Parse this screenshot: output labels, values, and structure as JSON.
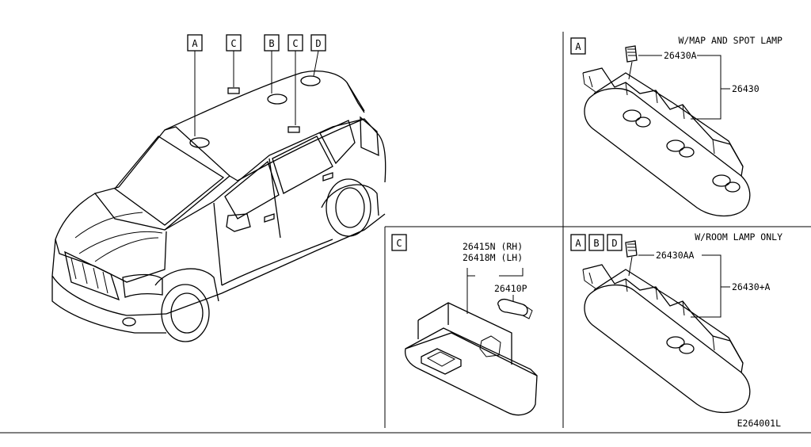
{
  "car_view": {
    "location_tags": [
      "A",
      "C",
      "B",
      "C",
      "D"
    ]
  },
  "panel_a": {
    "tag": "A",
    "caption": "W/MAP AND SPOT LAMP",
    "parts": {
      "bulb": "26430A",
      "assembly": "26430"
    }
  },
  "panel_c": {
    "tag": "C",
    "parts": {
      "lamp_rh": "26415N (RH)",
      "lamp_lh": "26418M (LH)",
      "bulb": "26410P"
    }
  },
  "panel_abd": {
    "tags": [
      "A",
      "B",
      "D"
    ],
    "caption": "W/ROOM LAMP ONLY",
    "parts": {
      "bulb": "26430AA",
      "assembly": "26430+A"
    }
  },
  "diagram_code": "E264001L"
}
